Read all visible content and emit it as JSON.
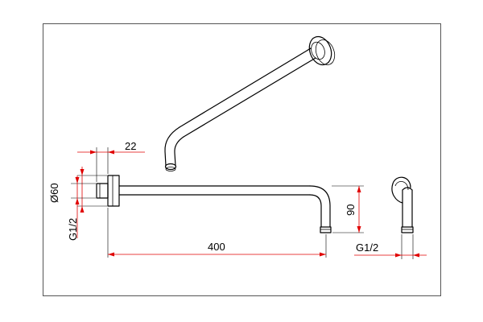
{
  "drawing": {
    "dimensions": {
      "flange_thickness": "22",
      "flange_diameter": "Ø60",
      "thread_left": "G1/2",
      "arm_length": "400",
      "drop_height": "90",
      "thread_right": "G1/2"
    },
    "colors": {
      "outline": "#000000",
      "dimension_lines": "#e00000",
      "frame": "#555555",
      "background": "#ffffff"
    }
  }
}
